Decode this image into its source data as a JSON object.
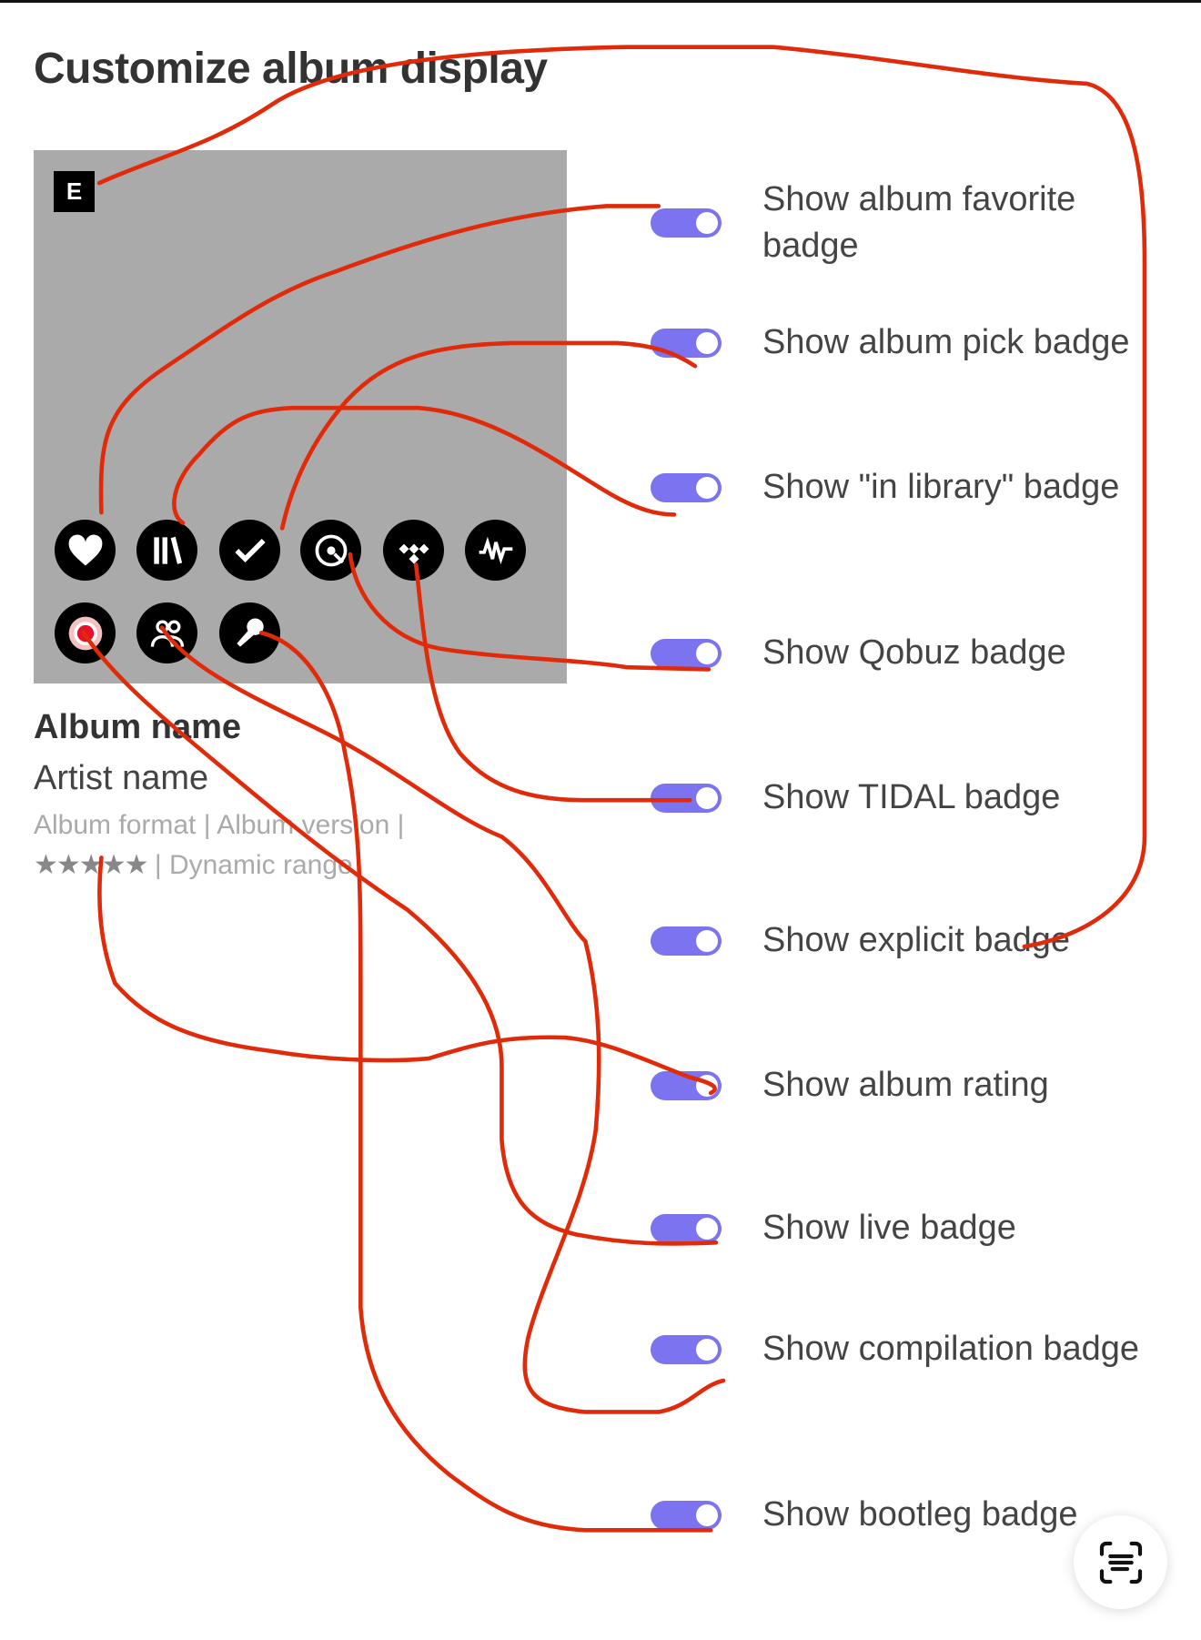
{
  "title": "Customize album display",
  "preview": {
    "explicit_badge": "E",
    "badges": [
      "heart-icon",
      "library-icon",
      "check-icon",
      "qobuz-icon",
      "tidal-icon",
      "waveform-icon",
      "live-icon",
      "compilation-icon",
      "bootleg-icon"
    ],
    "album_name": "Album name",
    "artist_name": "Artist name",
    "meta_line1": "Album format | Album version |",
    "stars": "★★★★★",
    "meta_line2": " | Dynamic range"
  },
  "settings": [
    {
      "label": "Show album favorite badge",
      "enabled": true
    },
    {
      "label": "Show album pick badge",
      "enabled": true
    },
    {
      "label": "Show \"in library\" badge",
      "enabled": true
    },
    {
      "label": "Show Qobuz badge",
      "enabled": true
    },
    {
      "label": "Show TIDAL badge",
      "enabled": true
    },
    {
      "label": "Show explicit badge",
      "enabled": true
    },
    {
      "label": "Show album rating",
      "enabled": true
    },
    {
      "label": "Show live badge",
      "enabled": true
    },
    {
      "label": "Show compilation badge",
      "enabled": true
    },
    {
      "label": "Show bootleg badge",
      "enabled": true
    }
  ],
  "colors": {
    "toggle_on": "#7b73f0",
    "annotation": "#e02a0a",
    "art_placeholder": "#aaaaaa"
  }
}
